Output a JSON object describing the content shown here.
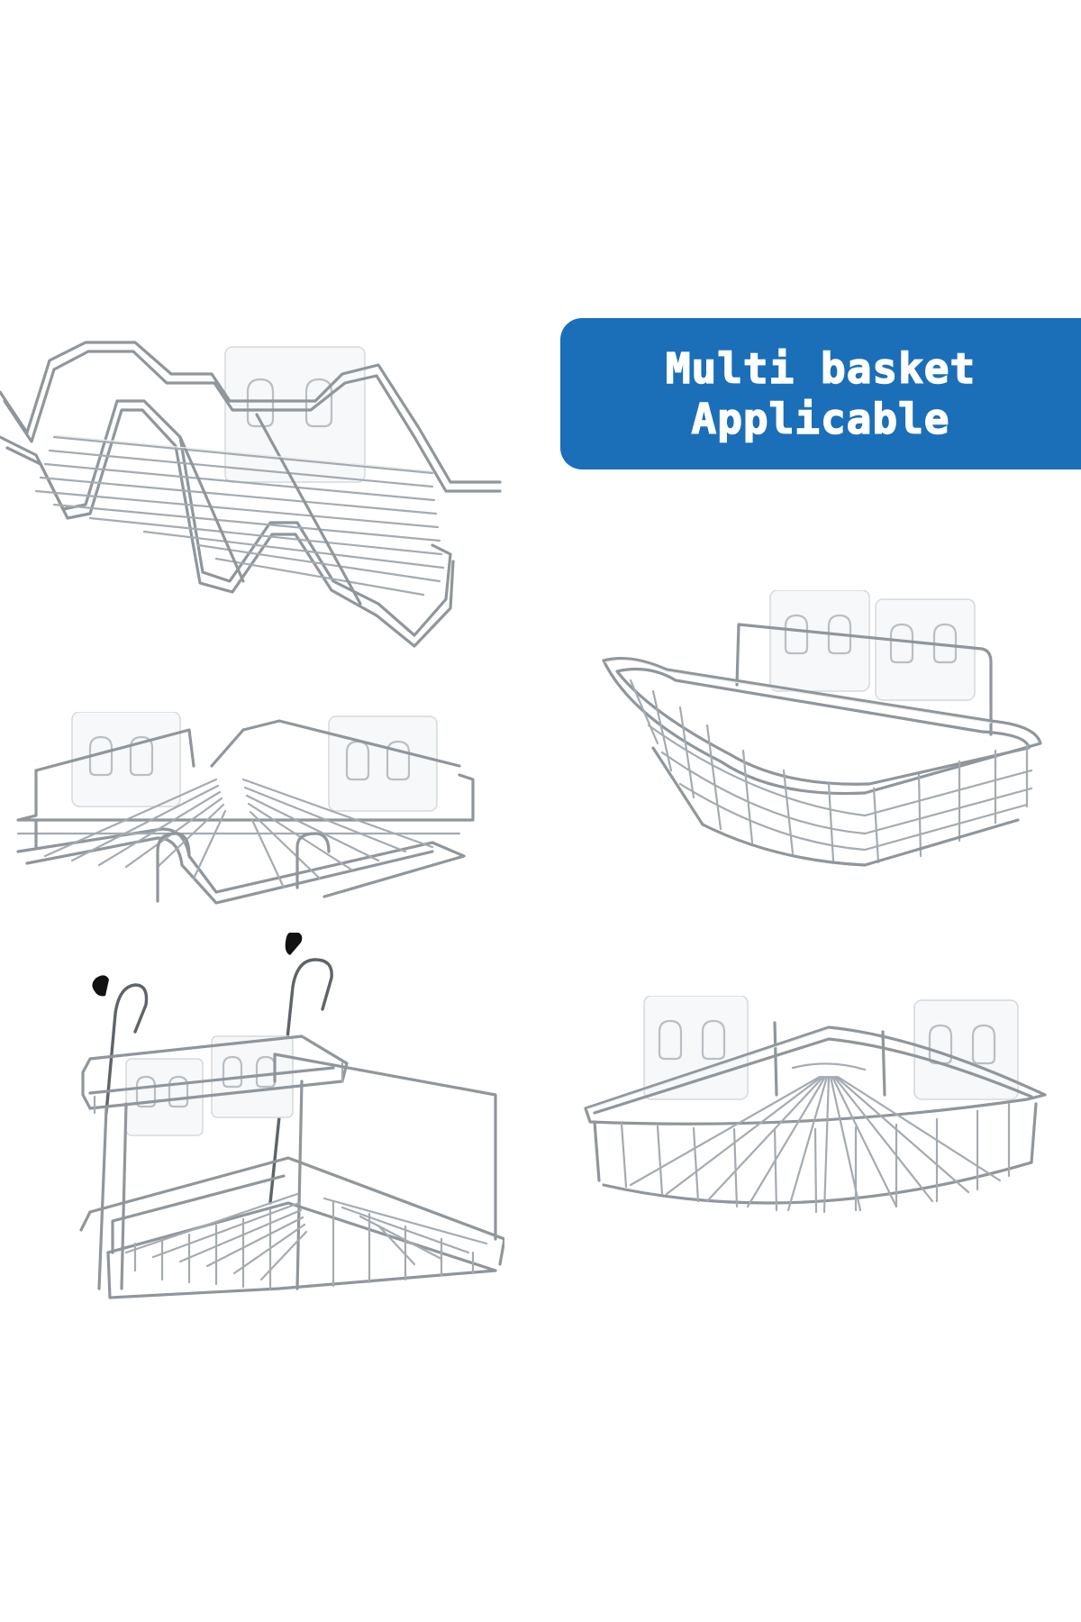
{
  "banner": {
    "line1": "Multi basket",
    "line2": "Applicable",
    "background_color": "#1a6fb8",
    "text_color": "#ffffff"
  },
  "products": [
    {
      "name": "zigzag wire shelf"
    },
    {
      "name": "corner shelf with rails"
    },
    {
      "name": "rectangular deep basket"
    },
    {
      "name": "two tier hanging corner rack"
    },
    {
      "name": "quarter round corner basket"
    }
  ]
}
